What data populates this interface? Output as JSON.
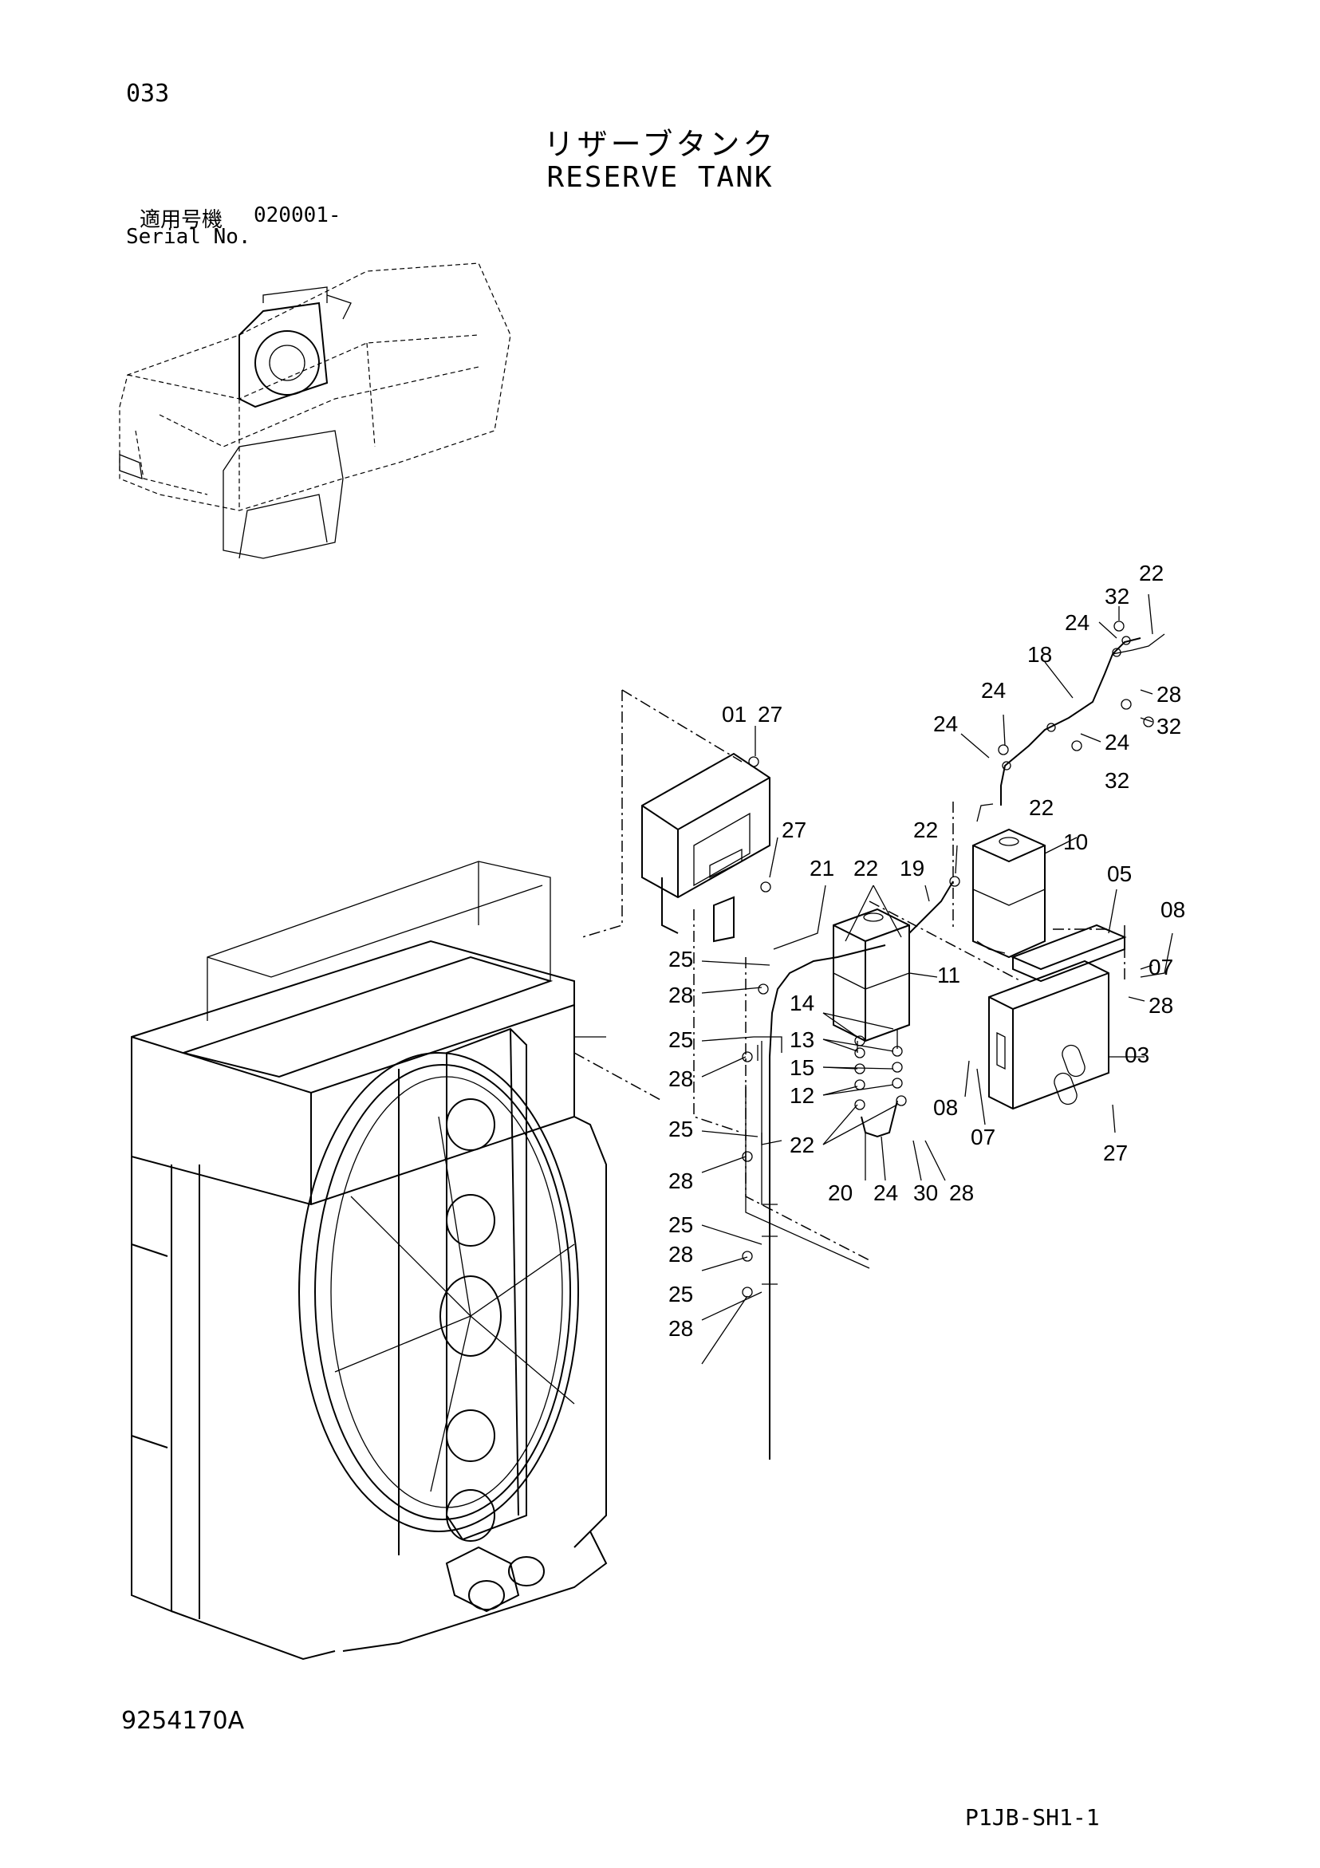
{
  "header": {
    "page_number": "033",
    "title_jp": "リザーブタンク",
    "title_en": "RESERVE TANK",
    "serial_label_jp": "適用号機",
    "serial_value": "020001-",
    "serial_label_en": "Serial No."
  },
  "footer": {
    "part_number": "9254170A",
    "page_code": "P1JB-SH1-1"
  },
  "callouts": [
    "22",
    "32",
    "24",
    "18",
    "28",
    "24",
    "24",
    "32",
    "24",
    "32",
    "22",
    "10",
    "05",
    "08",
    "07",
    "28",
    "03",
    "27",
    "01",
    "27",
    "27",
    "21",
    "22",
    "19",
    "22",
    "25",
    "28",
    "11",
    "14",
    "13",
    "15",
    "12",
    "22",
    "25",
    "28",
    "25",
    "28",
    "08",
    "07",
    "20",
    "24",
    "30",
    "28",
    "25",
    "28",
    "25",
    "28"
  ]
}
